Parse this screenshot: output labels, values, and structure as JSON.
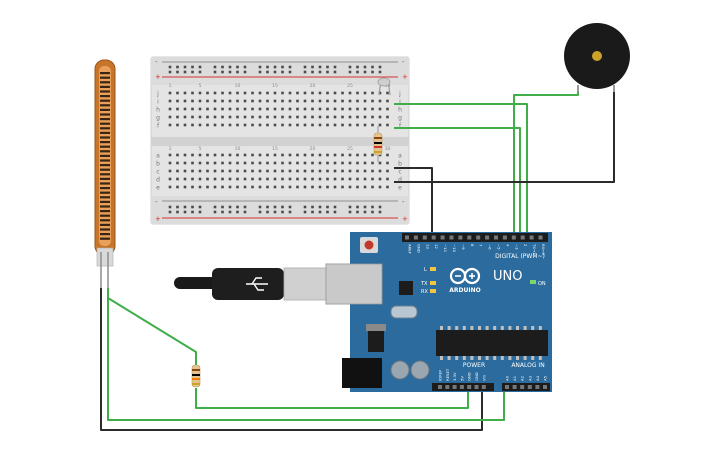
{
  "breadboard": {
    "rail_top_left": "-",
    "rail_top_right": "-",
    "rail_plus_left": "+",
    "rail_plus_right": "+",
    "rail_bottom_minus_left": "-",
    "rail_bottom_minus_right": "-",
    "rail_bottom_plus_left": "+",
    "rail_bottom_plus_right": "+",
    "row_letters_top": [
      "j",
      "i",
      "h",
      "g",
      "f"
    ],
    "row_letters_bottom": [
      "e",
      "d",
      "c",
      "b",
      "a"
    ],
    "column_numbers": [
      "1",
      "5",
      "10",
      "15",
      "20",
      "25",
      "30"
    ]
  },
  "arduino": {
    "model": "UNO",
    "brand": "ARDUINO",
    "digital_label": "DIGITAL (PWM~)",
    "power_label": "POWER",
    "analog_label": "ANALOG IN",
    "on_label": "ON",
    "l_label": "L",
    "tx_label": "TX",
    "rx_label": "RX",
    "digital_pins": [
      "AREF",
      "GND",
      "13",
      "12",
      "~11",
      "~10",
      "~9",
      "8",
      "7",
      "~6",
      "~5",
      "4",
      "~3",
      "2",
      "TX→1",
      "RX←0"
    ],
    "power_pins": [
      "IOREF",
      "RESET",
      "3.3V",
      "5V",
      "GND",
      "GND",
      "Vin"
    ],
    "analog_pins": [
      "A0",
      "A1",
      "A2",
      "A3",
      "A4",
      "A5"
    ]
  },
  "colors": {
    "wire_green": "#3fae49",
    "wire_black": "#2b2b2b",
    "board_blue": "#2b6b9d",
    "rail_red": "#d32f2f",
    "flex_copper": "#c8752a",
    "buzzer_black": "#1a1a1a"
  },
  "components": {
    "flex_sensor": "flex-sensor",
    "buzzer": "piezo-buzzer",
    "led": "led",
    "resistor_a": "resistor",
    "resistor_b": "resistor",
    "usb_cable": "usb-cable"
  }
}
